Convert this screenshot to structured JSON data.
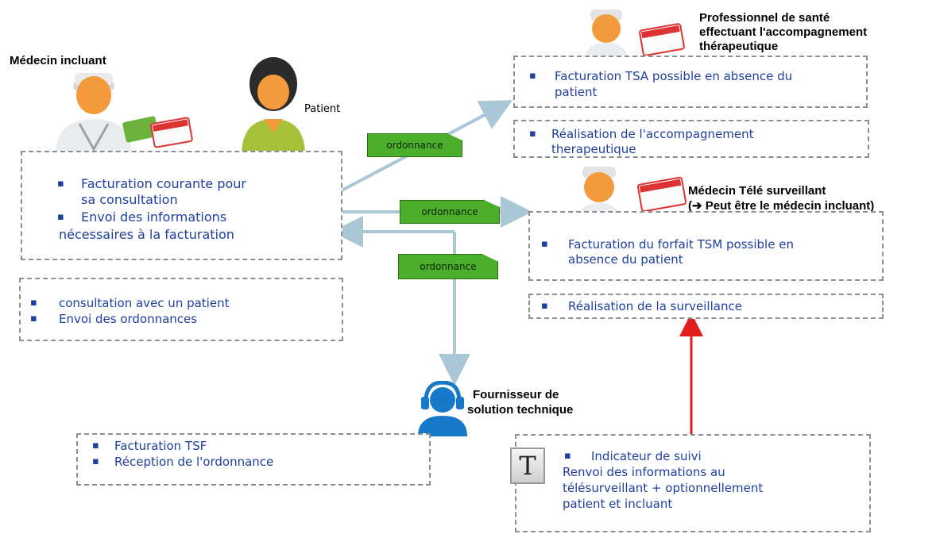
{
  "colors": {
    "text_blue": "#1e3f9f",
    "tag_green": "#4caf2c",
    "arrow_blue": "#a9c7d4",
    "arrow_red": "#e21d1d",
    "box_dash": "#8a8f96"
  },
  "actors": {
    "medecin_incluant": "Médecin incluant",
    "patient": "Patient",
    "professionnel": [
      "Professionnel de santé",
      "effectuant l'accompagnement",
      "thérapeutique"
    ],
    "medecin_tele": [
      "Médecin Télé surveillant",
      "(➔ Peut être le médecin incluant)"
    ],
    "fournisseur": [
      "Fournisseur de",
      "solution technique"
    ]
  },
  "tags": {
    "t1": "ordonnance",
    "t2": "ordonnance",
    "t3": "ordonnance"
  },
  "boxes": {
    "incluant_billing": [
      "Facturation courante pour",
      "sa consultation",
      "Envoi des informations",
      "nécessaires à la facturation"
    ],
    "incluant_consult": [
      "consultation avec un patient",
      "Envoi des ordonnances"
    ],
    "tsa_billing": [
      "Facturation TSA possible en absence du",
      "patient"
    ],
    "accompagnement": [
      "Réalisation de l'accompagnement",
      "therapeutique"
    ],
    "tsm_billing": [
      "Facturation du forfait TSM  possible en",
      "absence du patient"
    ],
    "surveillance": [
      "Réalisation de la surveillance"
    ],
    "tsf": [
      "Facturation TSF",
      "Réception de l'ordonnance"
    ],
    "suivi": [
      "Indicateur de suivi",
      "Renvoi des informations au",
      "télésurveillant + optionnellement",
      "patient et incluant"
    ]
  },
  "t_icon_letter": "T",
  "bullet_char": "▪"
}
